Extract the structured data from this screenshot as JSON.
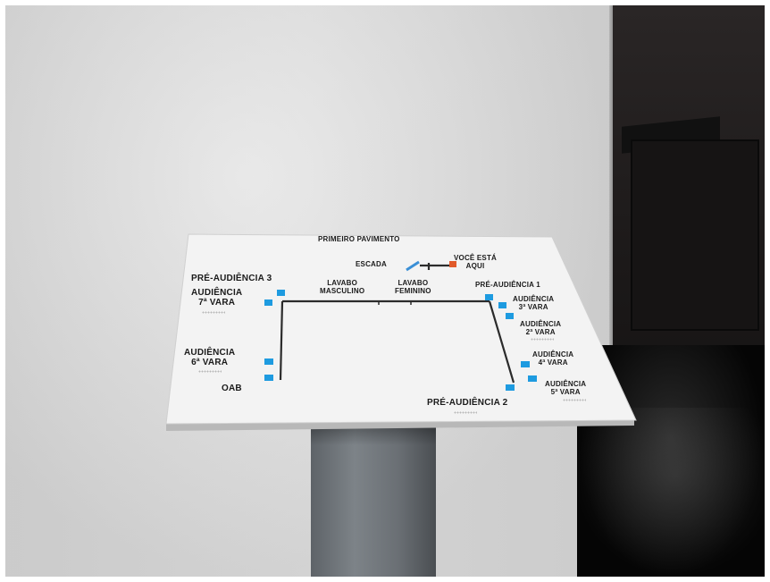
{
  "photo": {
    "subject": "tactile floor map sign",
    "colors": {
      "wall": "#dadada",
      "sign": "#f4f4f4",
      "route": "#2a2a2a",
      "marker": "#1e9be0",
      "you_are_here": "#e15a2a",
      "stair": "#3a8fd6"
    }
  },
  "sign": {
    "title": "PRIMEIRO PAVIMENTO",
    "labels": {
      "escada": "ESCADA",
      "voce_esta_aqui": [
        "VOCÊ ESTÁ",
        "AQUI"
      ],
      "pre_audiencia_3": "PRÉ-AUDIÊNCIA 3",
      "audiencia_7": [
        "AUDIÊNCIA",
        "7ª VARA"
      ],
      "lavabo_masculino": [
        "LAVABO",
        "MASCULINO"
      ],
      "lavabo_feminino": [
        "LAVABO",
        "FEMININO"
      ],
      "pre_audiencia_1": "PRÉ-AUDIÊNCIA 1",
      "audiencia_3": [
        "AUDIÊNCIA",
        "3ª VARA"
      ],
      "audiencia_2": [
        "AUDIÊNCIA",
        "2ª VARA"
      ],
      "audiencia_6": [
        "AUDIÊNCIA",
        "6ª VARA"
      ],
      "audiencia_4": [
        "AUDIÊNCIA",
        "4ª VARA"
      ],
      "oab": "OAB",
      "pre_audiencia_2": "PRÉ-AUDIÊNCIA 2",
      "audiencia_5": [
        "AUDIÊNCIA",
        "5ª VARA"
      ]
    }
  }
}
